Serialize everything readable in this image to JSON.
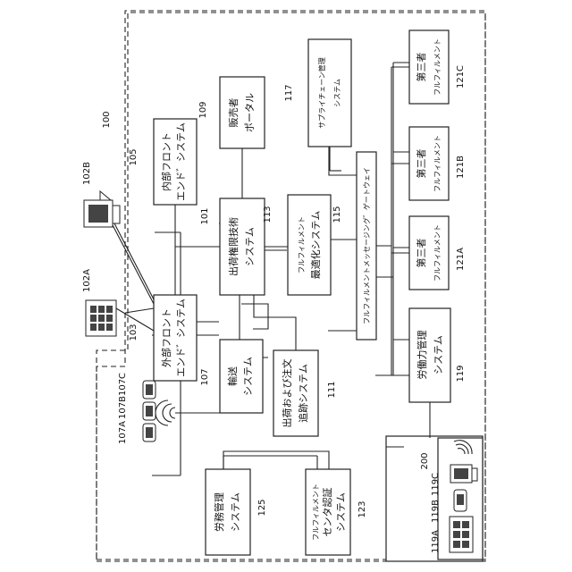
{
  "frame": {
    "id": "100",
    "group_id": "200"
  },
  "external_devices": {
    "tablet": {
      "id": "102A"
    },
    "computer": {
      "id": "102B"
    }
  },
  "boxes": {
    "b103": {
      "id": "103",
      "lines": [
        "外部フロント",
        "エンド゛システム"
      ]
    },
    "b105": {
      "id": "105",
      "lines": [
        "内部フロント",
        "エンド゛システム"
      ]
    },
    "b101": {
      "id": "101",
      "lines": [
        "出荷権限技術",
        "システム"
      ]
    },
    "b109": {
      "id": "109",
      "lines": [
        "販売者",
        "ポータル"
      ]
    },
    "b107": {
      "id": "107",
      "lines": [
        "輸送",
        "システム"
      ]
    },
    "b111": {
      "id": "111",
      "lines": [
        "出荷および注文",
        "追跡システム"
      ]
    },
    "b113": {
      "id": "113",
      "lines": [
        "フルフィルメント",
        "最適化システム"
      ]
    },
    "b117": {
      "id": "117",
      "lines": [
        "サプライチェーン管理",
        "システム"
      ]
    },
    "b115": {
      "id": "115",
      "lines": [
        "フルフィルメントメッセージング゛ゲートウェイ"
      ]
    },
    "b121A": {
      "id": "121A",
      "lines": [
        "第三者",
        "フルフィルメント"
      ]
    },
    "b121B": {
      "id": "121B",
      "lines": [
        "第三者",
        "フルフィルメント"
      ]
    },
    "b121C": {
      "id": "121C",
      "lines": [
        "第三者",
        "フルフィルメント"
      ]
    },
    "b119": {
      "id": "119",
      "lines": [
        "労働力管理",
        "システム"
      ]
    },
    "b125": {
      "id": "125",
      "lines": [
        "労務管理",
        "システム"
      ]
    },
    "b123": {
      "id": "123",
      "lines": [
        "フルフィルメント",
        "センタ認証",
        "システム"
      ]
    }
  },
  "mobile_devices": {
    "d107A": {
      "id": "107A"
    },
    "d107B": {
      "id": "107B"
    },
    "d107C": {
      "id": "107C"
    }
  },
  "group_devices": {
    "d119A": {
      "id": "119A"
    },
    "d119B": {
      "id": "119B"
    },
    "d119C": {
      "id": "119C"
    }
  }
}
